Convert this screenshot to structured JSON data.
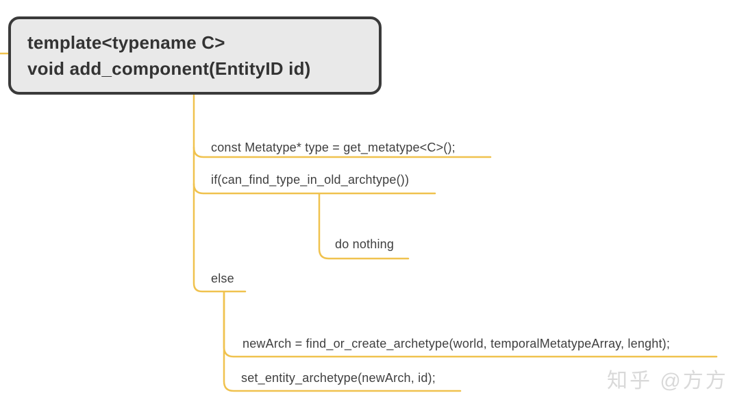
{
  "mindmap": {
    "root": {
      "line1": "template<typename C>",
      "line2": "void add_component(EntityID id)"
    },
    "children": [
      {
        "label": "const Metatype* type = get_metatype<C>();"
      },
      {
        "label": "if(can_find_type_in_old_archtype())",
        "children": [
          {
            "label": "do nothing"
          }
        ]
      },
      {
        "label": "else",
        "children": [
          {
            "label": "newArch = find_or_create_archetype(world, temporalMetatypeArray, lenght);"
          },
          {
            "label": "set_entity_archetype(newArch, id);"
          }
        ]
      }
    ]
  },
  "watermark": {
    "text": "知乎 @方方"
  },
  "colors": {
    "branch_color": "#F0C24E",
    "node_border": "#3A3A3A",
    "node_fill": "#E9E9E9",
    "text_color": "#3F3F3F",
    "watermark_color": "#D9D9D9"
  }
}
